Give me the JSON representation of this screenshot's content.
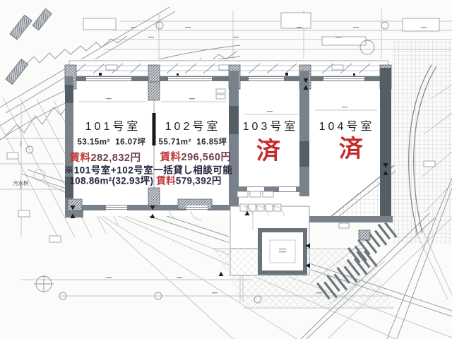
{
  "rooms": [
    {
      "name": "101号室",
      "size": "53.15m²  16.07坪",
      "price_label": "賃料",
      "price_amount": "282,832円",
      "status": ""
    },
    {
      "name": "102号室",
      "size": "55.71m²  16.85坪",
      "price_label": "賃料",
      "price_amount": "296,560円",
      "status": ""
    },
    {
      "name": "103号室",
      "status": "済"
    },
    {
      "name": "104号室",
      "status": "済"
    }
  ],
  "note": {
    "line1": "※101号室+102号室一括貸し相談可能",
    "combined_size": "108.86m²(32.93坪)",
    "price_label": "賃料",
    "price_amount": "579,392円"
  },
  "site_labels": {
    "sewage_basin": "汚水桝"
  },
  "colors": {
    "stamp_red": "#c52b2b",
    "price_label_red": "#c03a3a",
    "price_amount_dark": "#6d3f50",
    "note_dark": "#23263c"
  }
}
